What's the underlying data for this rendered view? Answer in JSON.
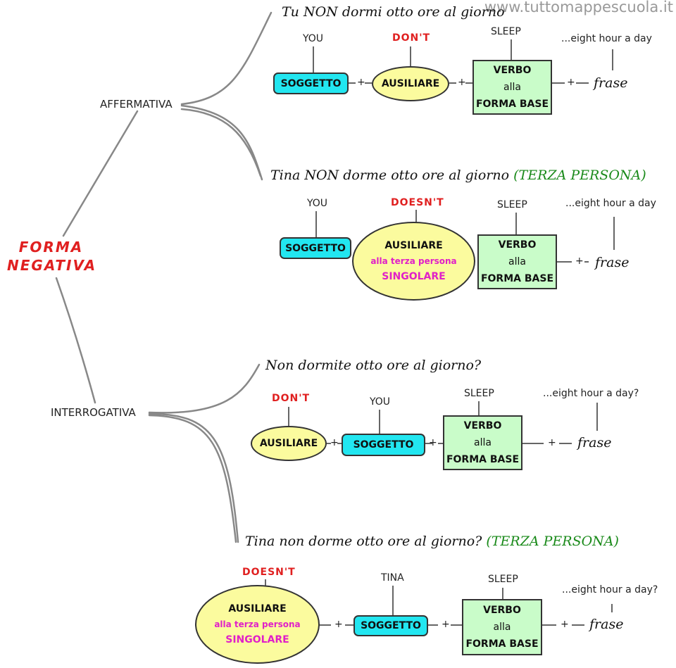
{
  "watermark": "www.tuttomappescuola.it",
  "title_line1": "FORMA",
  "title_line2": "NEGATIVA",
  "branches": {
    "affermativa": "AFFERMATIVA",
    "interrogativa": "INTERROGATIVA"
  },
  "s1": {
    "sentence": "Tu NON dormi otto ore al giorno",
    "you": "YOU",
    "aux_word": "DON'T",
    "sleep": "SLEEP",
    "tail": "...eight hour a day",
    "soggetto": "SOGGETTO",
    "ausiliare": "AUSILIARE",
    "verbo": "VERBO",
    "alla": "alla",
    "forma_base": "FORMA BASE",
    "frase": "frase"
  },
  "s2": {
    "sentence": "Tina NON dorme otto ore al giorno",
    "note": "(TERZA PERSONA)",
    "you": "YOU",
    "aux_word": "DOESN'T",
    "sleep": "SLEEP",
    "tail": "...eight hour a day",
    "soggetto": "SOGGETTO",
    "ausiliare": "AUSILIARE",
    "terza": "alla terza persona",
    "singolare": "SINGOLARE",
    "verbo": "VERBO",
    "alla": "alla",
    "forma_base": "FORMA BASE",
    "frase": "frase"
  },
  "s3": {
    "sentence": "Non dormite otto ore al giorno?",
    "aux_word": "DON'T",
    "you": "YOU",
    "sleep": "SLEEP",
    "tail": "...eight hour a day?",
    "ausiliare": "AUSILIARE",
    "soggetto": "SOGGETTO",
    "verbo": "VERBO",
    "alla": "alla",
    "forma_base": "FORMA BASE",
    "frase": "frase"
  },
  "s4": {
    "sentence": "Tina  non dorme otto ore al giorno?",
    "note": "(TERZA PERSONA)",
    "aux_word": "DOESN'T",
    "tina": "TINA",
    "sleep": "SLEEP",
    "tail": "...eight hour a day?",
    "ausiliare": "AUSILIARE",
    "terza": "alla terza persona",
    "singolare": "SINGOLARE",
    "soggetto": "SOGGETTO",
    "verbo": "VERBO",
    "alla": "alla",
    "forma_base": "FORMA BASE",
    "frase": "frase"
  },
  "plus": "+",
  "colors": {
    "accent_red": "#e02020",
    "cyan_box": "#22e6f0",
    "green_box": "#c9fcc9",
    "yellow_ellipse": "#fbfb9e",
    "pink_text": "#e020c8",
    "note_green": "#1a8a1a"
  }
}
